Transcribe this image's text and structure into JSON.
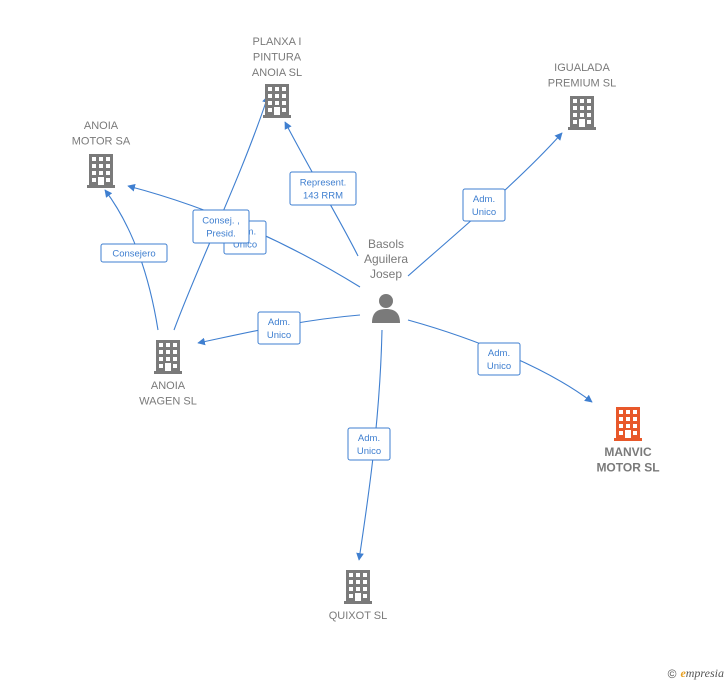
{
  "colors": {
    "company": "#7a7a7a",
    "highlight": "#e8582a",
    "edge": "#3f7fd0",
    "person": "#7a7a7a"
  },
  "nodes": [
    {
      "id": "planxa",
      "type": "company",
      "label": [
        "PLANXA I",
        "PINTURA",
        "ANOIA  SL"
      ],
      "icon": "building-icon"
    },
    {
      "id": "igualada",
      "type": "company",
      "label": [
        "IGUALADA",
        "PREMIUM  SL"
      ],
      "icon": "building-icon"
    },
    {
      "id": "anoia_motor",
      "type": "company",
      "label": [
        "ANOIA",
        "MOTOR SA"
      ],
      "icon": "building-icon"
    },
    {
      "id": "person",
      "type": "person",
      "label": [
        "Basols",
        "Aguilera",
        "Josep"
      ],
      "icon": "person-icon"
    },
    {
      "id": "anoia_wagen",
      "type": "company",
      "label": [
        "ANOIA",
        "WAGEN  SL"
      ],
      "icon": "building-icon"
    },
    {
      "id": "manvic",
      "type": "company-highlight",
      "label": [
        "MANVIC",
        "MOTOR  SL"
      ],
      "icon": "building-icon"
    },
    {
      "id": "quixot",
      "type": "company",
      "label": [
        "QUIXOT SL"
      ],
      "icon": "building-icon"
    }
  ],
  "edges": [
    {
      "from": "person",
      "to": "planxa",
      "label": [
        "Represent.",
        "143 RRM"
      ]
    },
    {
      "from": "person",
      "to": "igualada",
      "label": [
        "Adm.",
        "Unico"
      ]
    },
    {
      "from": "person",
      "to": "anoia_motor",
      "label": [
        "Adm.",
        "Unico"
      ]
    },
    {
      "from": "anoia_wagen",
      "to": "planxa",
      "label": [
        "Consej. ,",
        "Presid."
      ]
    },
    {
      "from": "anoia_wagen",
      "to": "anoia_motor",
      "label": [
        "Consejero"
      ]
    },
    {
      "from": "person",
      "to": "anoia_wagen",
      "label": [
        "Adm.",
        "Unico"
      ]
    },
    {
      "from": "person",
      "to": "manvic",
      "label": [
        "Adm.",
        "Unico"
      ]
    },
    {
      "from": "person",
      "to": "quixot",
      "label": [
        "Adm.",
        "Unico"
      ]
    }
  ],
  "footer": {
    "copyright": "©",
    "brand_initial": "e",
    "brand_rest": "mpresia"
  }
}
